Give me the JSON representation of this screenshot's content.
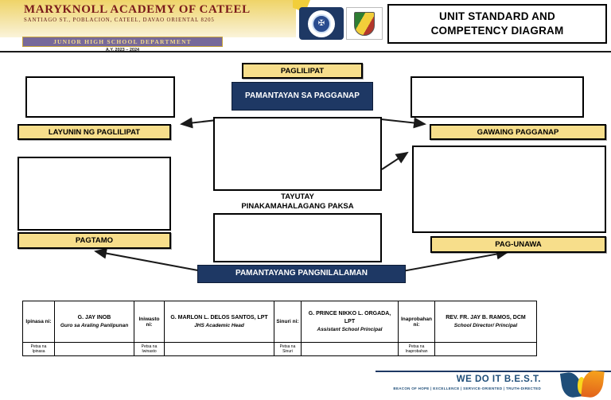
{
  "header": {
    "school_name": "MARYKNOLL ACADEMY OF CATEEL",
    "school_address": "SANTIAGO ST., POBLACION, CATEEL, DAVAO ORIENTAL 8205",
    "department": "JUNIOR HIGH SCHOOL DEPARTMENT",
    "school_year": "A.Y. 2023 – 2024",
    "title_line1": "UNIT STANDARD AND",
    "title_line2": "COMPETENCY DIAGRAM"
  },
  "diagram": {
    "paglilipat": "PAGLILIPAT",
    "pamantayan_sa_pagganap": "PAMANTAYAN SA PAGGANAP",
    "layunin_ng_paglilipat": "LAYUNIN NG PAGLILIPAT",
    "gawaing_pagganap": "GAWAING PAGGANAP",
    "tayutay": "TAYUTAY",
    "pinakamahalagang_paksa": "PINAKAMAHALAGANG PAKSA",
    "pagtamo": "PAGTAMO",
    "pag_unawa": "PAG-UNAWA",
    "pamantayang_pangnilalaman": "PAMANTAYANG PANGNILALAMAN"
  },
  "signature_table": {
    "submitted_label": "Ipinasa ni:",
    "submitted_name": "G. JAY INOB",
    "submitted_role": "Guro sa Araling Panlipunan",
    "submitted_date": "Petsa na Ipinasa",
    "corrected_label": "Iniwasto ni:",
    "corrected_name": "G. MARLON L. DELOS SANTOS, LPT",
    "corrected_role": "JHS Academic Head",
    "corrected_date": "Petsa na Iwinasto",
    "reviewed_label": "Sinuri ni:",
    "reviewed_name": "G. PRINCE NIKKO L. ORGADA, LPT",
    "reviewed_role": "Assistant School Principal",
    "reviewed_date": "Petsa na Sinuri",
    "approved_label": "Inaprobahan ni:",
    "approved_name": "REV. FR. JAY B. RAMOS, DCM",
    "approved_role": "School Director/ Principal",
    "approved_date": "Petsa na Inaprobahan"
  },
  "footer": {
    "motto": "WE DO IT B.E.S.T.",
    "tagline": "BEACON OF HOPE | EXCELLENCE | SERVICE-ORIENTED | TRUTH-DIRECTED"
  },
  "colors": {
    "navy": "#1E3864",
    "gold": "#F7DE8B",
    "maroon": "#7A1A1A",
    "blue": "#1F4E79",
    "purple": "#77699A"
  }
}
